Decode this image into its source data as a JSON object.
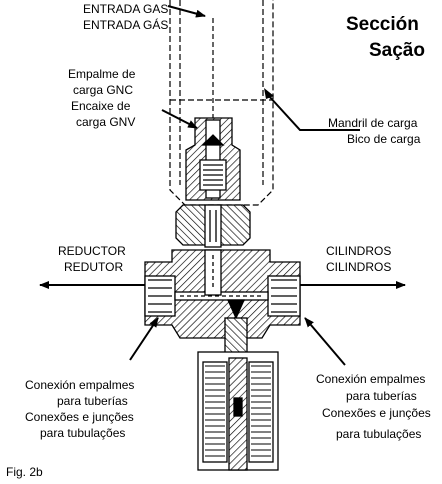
{
  "title": {
    "line1": "Sección",
    "line2": "Sação"
  },
  "gas_inlet": {
    "line1": "ENTRADA GAS",
    "line2": "ENTRADA GÁS"
  },
  "fill_fitting": {
    "line1": "Empalme de",
    "line2": "carga GNC",
    "line3": "Encaixe de",
    "line4": "carga GNV"
  },
  "fill_chuck": {
    "line1": "Mandril de carga",
    "line2": "Bico de carga"
  },
  "reducer": {
    "line1": "REDUCTOR",
    "line2": "REDUTOR"
  },
  "cylinders": {
    "line1": "CILINDROS",
    "line2": "CILINDROS"
  },
  "pipe_connection_left": {
    "line1": "Conexión empalmes",
    "line2": "para tuberías",
    "line3": "Conexões e junções",
    "line4": "para tubulações"
  },
  "pipe_connection_right": {
    "line1": "Conexión empalmes",
    "line2": "para tuberías",
    "line3": "Conexões e junções",
    "line4": "para tubulações"
  },
  "figure_label": "Fig. 2b"
}
